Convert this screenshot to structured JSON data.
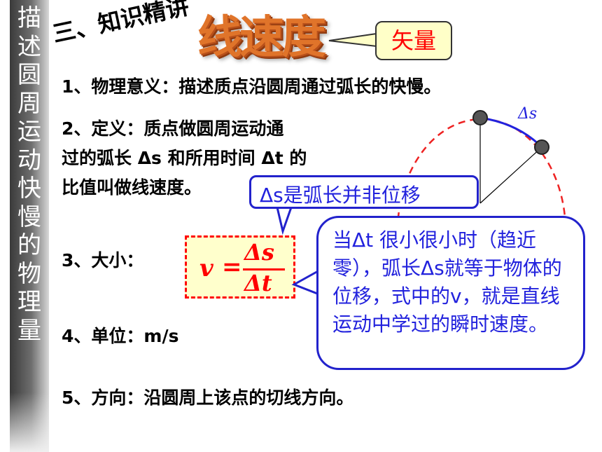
{
  "sidebar": {
    "title": "描述圆周运动快慢的物理量"
  },
  "header": {
    "section_title": "三、知识精讲",
    "art_title": "线速度",
    "tag": "矢量"
  },
  "content": {
    "line1": "1、物理意义：描述质点沿圆周通过弧长的快慢。",
    "line2a": "2、定义：质点做圆周运动通",
    "line2b": "过的弧长 Δs 和所用时间 Δt 的",
    "line2c": "比值叫做线速度。",
    "line3_label": "3、大小：",
    "line4": "4、单位：m/s",
    "line5": "5、方向：沿圆周上该点的切线方向。"
  },
  "formula": {
    "lhs": "v",
    "eq": "=",
    "numerator": "Δs",
    "denominator": "Δt"
  },
  "callouts": {
    "arc_not_displacement": "Δs是弧长并非位移",
    "note": "当Δt 很小很小时（趋近零），弧长Δs就等于物体的位移，式中的v，就是直线运动中学过的瞬时速度。"
  },
  "diagram": {
    "arc_label": "Δs"
  },
  "colors": {
    "accent_red": "#ff0000",
    "accent_blue": "#2222dd",
    "art_orange": "#e0742a"
  }
}
